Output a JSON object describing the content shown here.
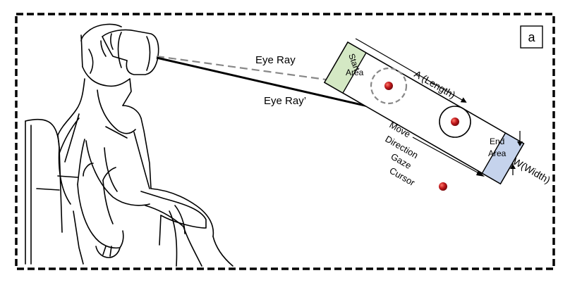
{
  "panel_label": "a",
  "labels": {
    "eye_ray": "Eye Ray",
    "eye_ray_prime": "Eye Ray’",
    "start_area_line1": "Start",
    "start_area_line2": "Area",
    "end_area_line1": "End",
    "end_area_line2": "Area",
    "length": "A (Length)",
    "width": "W(Width)",
    "move_line1": "Move",
    "move_line2": "Direction",
    "gaze_line1": "Gaze",
    "gaze_line2": "Cursor"
  },
  "colors": {
    "start_area_fill": "#d4e8c4",
    "end_area_fill": "#c5d3ec",
    "target_dot": "#c0181c",
    "dashed_ray": "#888888",
    "solid_ray": "#000000",
    "frame_border": "#000000"
  }
}
